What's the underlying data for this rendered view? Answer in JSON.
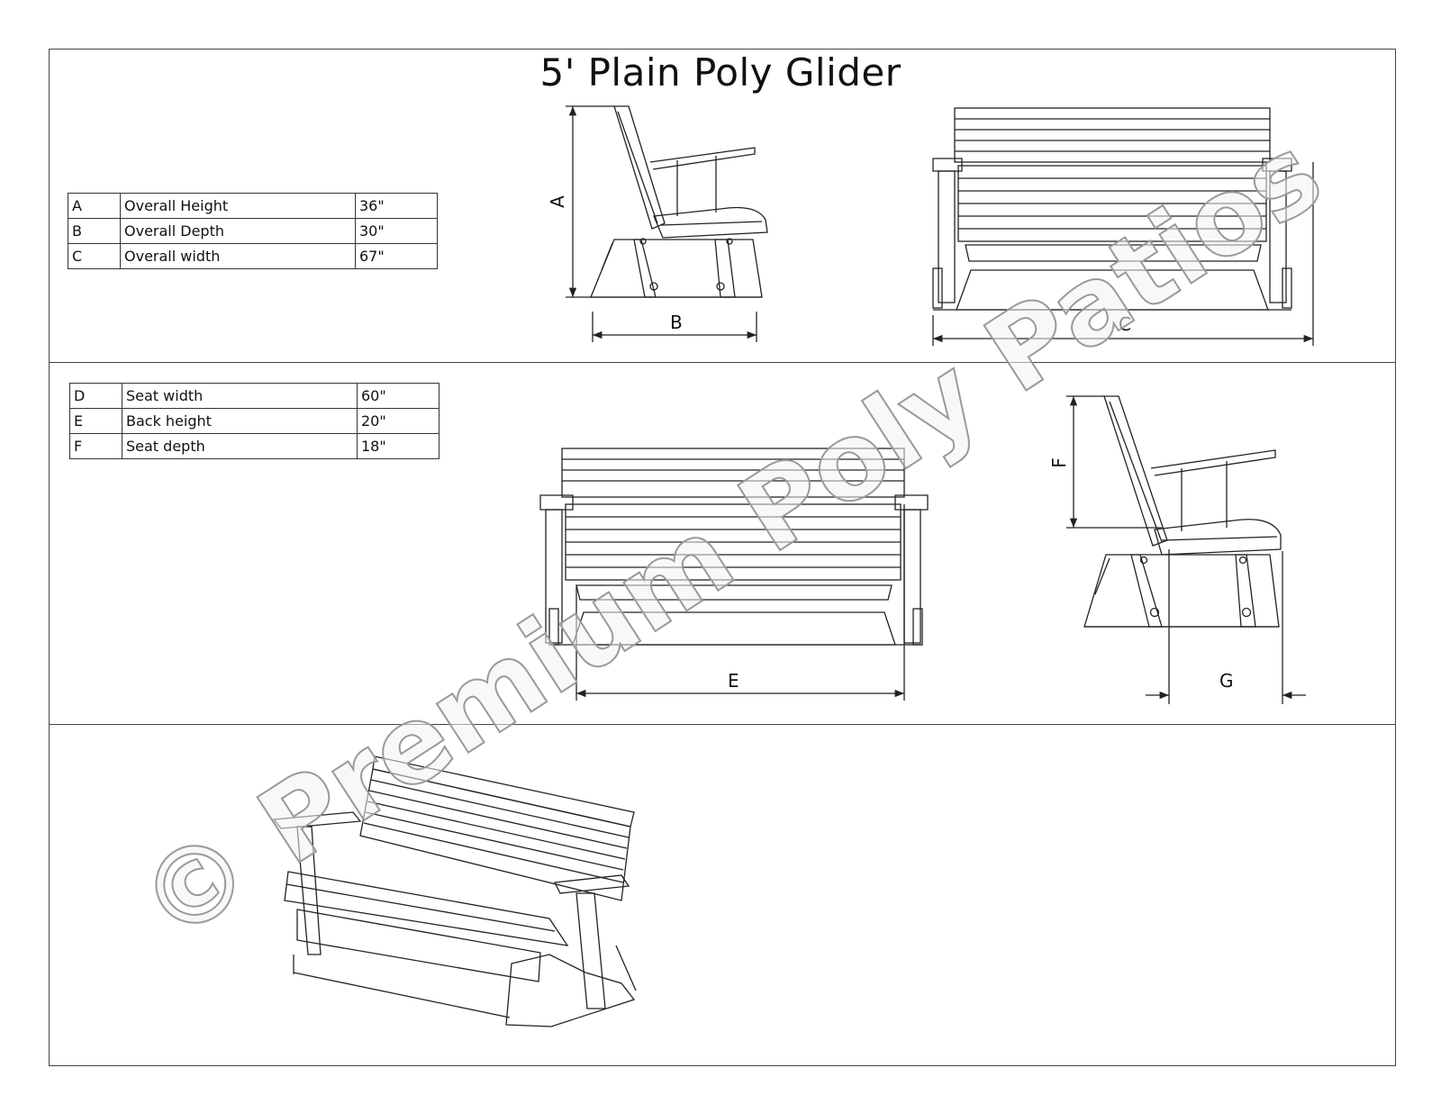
{
  "title": "5' Plain Poly Glider",
  "table1": [
    {
      "key": "A",
      "name": "Overall Height",
      "value": "36\""
    },
    {
      "key": "B",
      "name": "Overall Depth",
      "value": "30\""
    },
    {
      "key": "C",
      "name": "Overall width",
      "value": "67\""
    }
  ],
  "table2": [
    {
      "key": "D",
      "name": "Seat width",
      "value": "60\""
    },
    {
      "key": "E",
      "name": "Back height",
      "value": "20\""
    },
    {
      "key": "F",
      "name": "Seat depth",
      "value": "18\""
    }
  ],
  "dim_labels": {
    "a": "A",
    "b": "B",
    "c": "C",
    "e": "E",
    "f": "F",
    "g": "G"
  },
  "watermark": "© Premium Poly Patios",
  "colors": {
    "line": "#222222",
    "watermark_fill": "#f2f2f2",
    "watermark_stroke": "#9a9a9a"
  }
}
